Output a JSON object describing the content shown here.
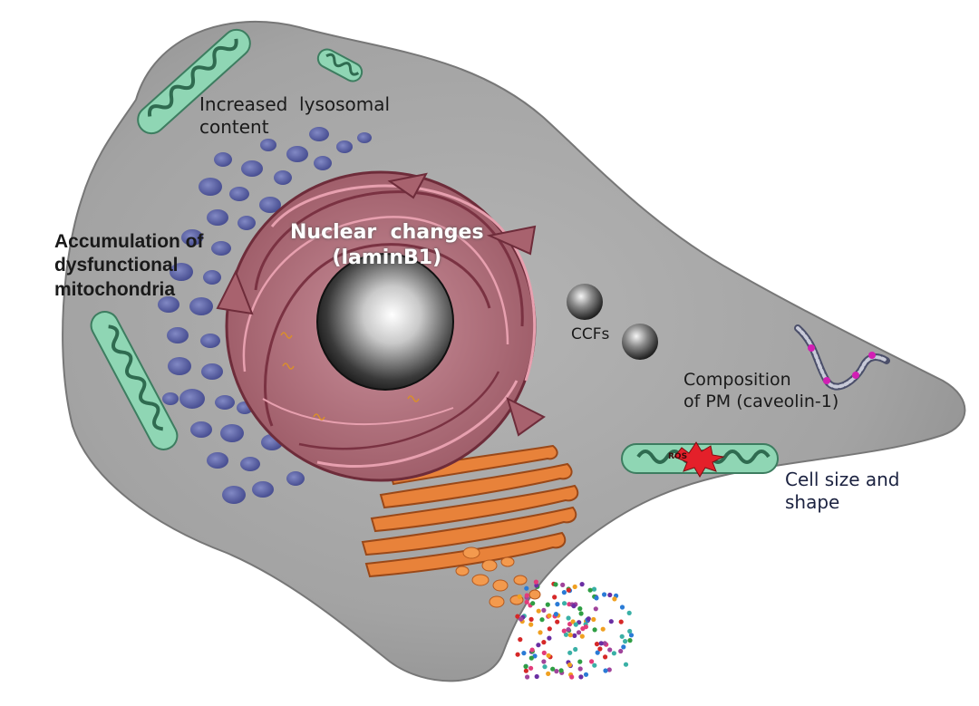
{
  "labels": {
    "lysosome": "Increased  lysosomal\ncontent",
    "mito": "Accumulation of\ndysfunctional\nmitochondria",
    "nuclear": "Nuclear  changes\n(laminB1)",
    "ccfs": "CCFs",
    "pm": "Composition\nof PM (caveolin-1)",
    "cellsize": "Cell size and\nshape",
    "ros": "ROS"
  },
  "colors": {
    "cell": "#a9a9a9",
    "mitochondria": "#8fd6b4",
    "lysosome": "#5a63a8",
    "nucleus_envelope": "#8a3f4f",
    "golgi": "#e8823a",
    "ros": "#e4202a"
  }
}
